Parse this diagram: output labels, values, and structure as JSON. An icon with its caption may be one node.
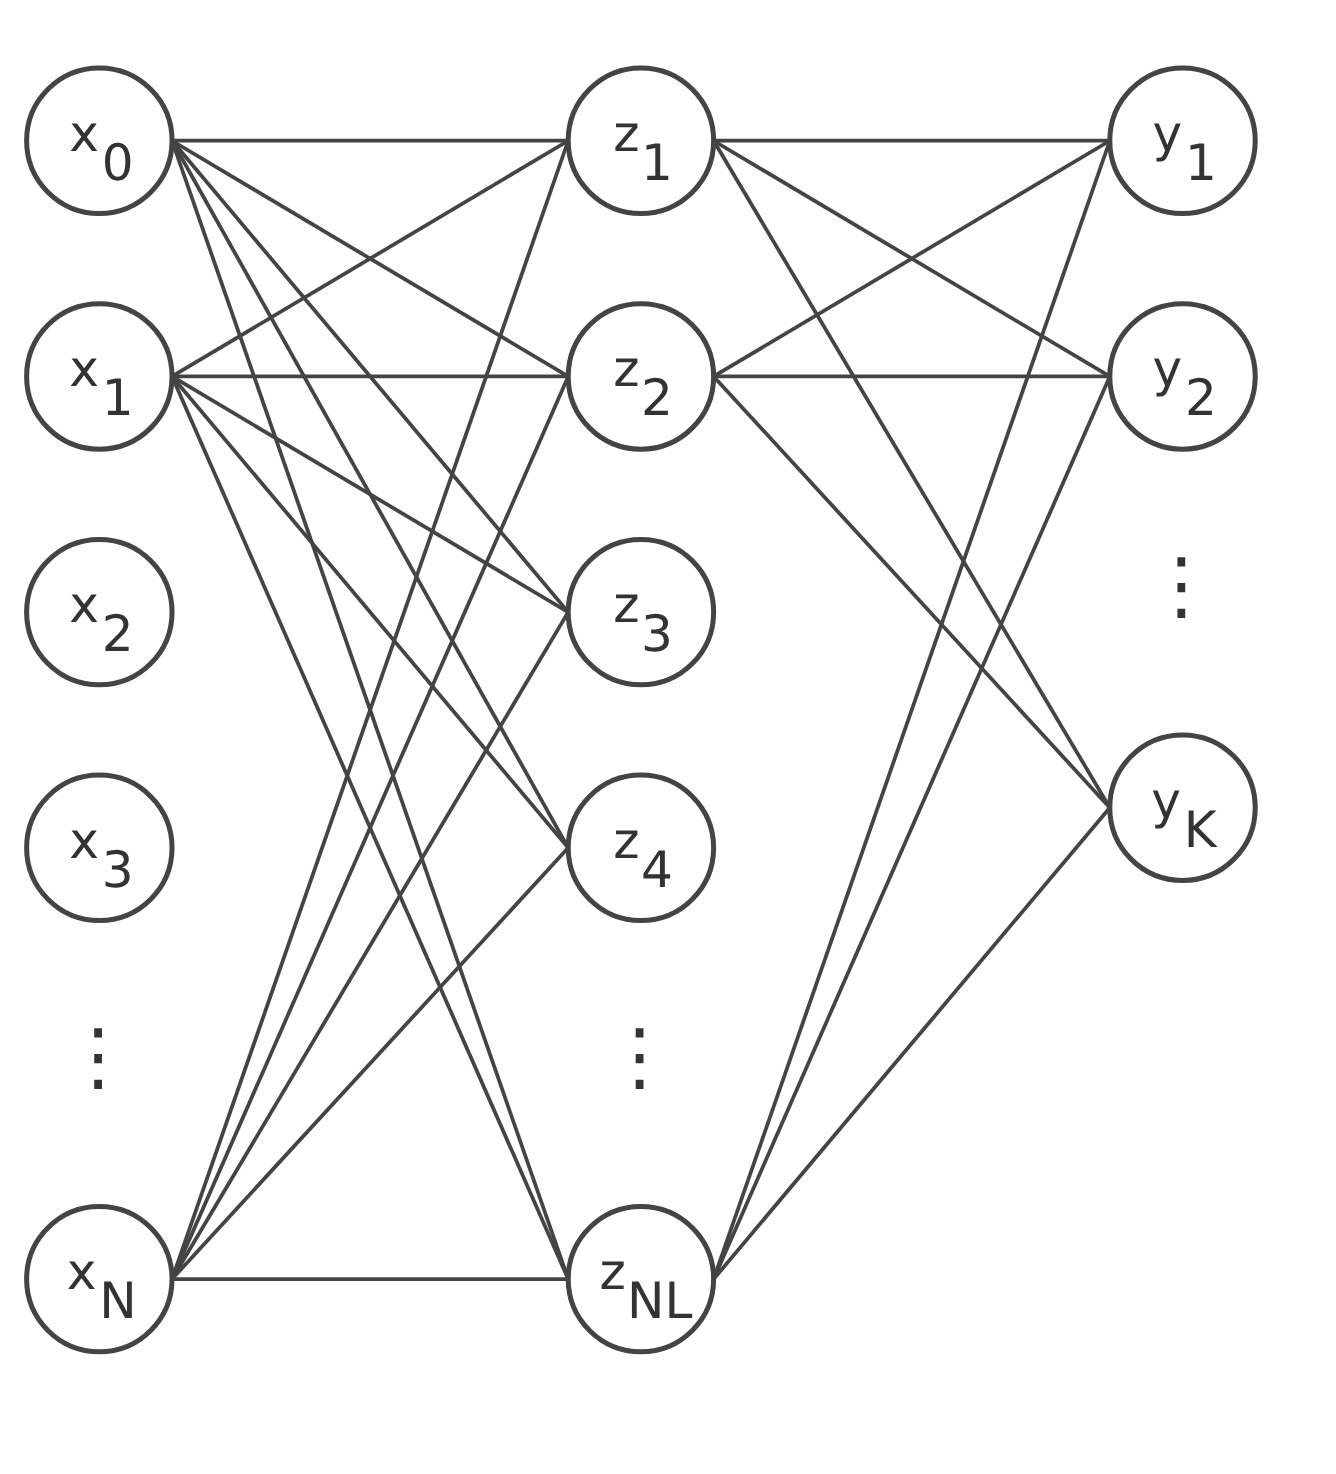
{
  "diagram": {
    "nodes": [
      {
        "text": [
          "x$_{0}$"
        ]
      },
      {
        "text": [
          "x$_{1}$"
        ]
      },
      {
        "text": [
          "x$_{2}$"
        ]
      },
      {
        "text": [
          "x$_{3}$"
        ]
      },
      {
        "text": [
          "x$_{N}$"
        ]
      },
      {
        "text": [
          "z$_{1}$"
        ]
      },
      {
        "text": [
          "z$_{2}$"
        ]
      },
      {
        "text": [
          "z$_{3}$"
        ]
      },
      {
        "text": [
          "z$_{4}$"
        ]
      },
      {
        "text": [
          "z$_{NL}$"
        ]
      },
      {
        "text": [
          "y$_{1}$"
        ]
      },
      {
        "text": [
          "y$_{2}$"
        ]
      },
      {
        "text": [
          "y$_{K}$"
        ]
      }
    ],
    "edges": [
      {
        "from": 0,
        "to": 5,
        "arrow": "none"
      },
      {
        "from": 0,
        "to": 6,
        "arrow": "none"
      },
      {
        "from": 0,
        "to": 7,
        "arrow": "none"
      },
      {
        "from": 0,
        "to": 8,
        "arrow": "none"
      },
      {
        "from": 0,
        "to": 9,
        "arrow": "none"
      },
      {
        "from": 1,
        "to": 5,
        "arrow": "none"
      },
      {
        "from": 1,
        "to": 6,
        "arrow": "none"
      },
      {
        "from": 1,
        "to": 7,
        "arrow": "none"
      },
      {
        "from": 1,
        "to": 8,
        "arrow": "none"
      },
      {
        "from": 1,
        "to": 9,
        "arrow": "none"
      },
      {
        "from": 4,
        "to": 5,
        "arrow": "none"
      },
      {
        "from": 4,
        "to": 6,
        "arrow": "none"
      },
      {
        "from": 4,
        "to": 7,
        "arrow": "none"
      },
      {
        "from": 4,
        "to": 8,
        "arrow": "none"
      },
      {
        "from": 4,
        "to": 9,
        "arrow": "none"
      },
      {
        "from": 5,
        "to": 10,
        "arrow": "none"
      },
      {
        "from": 5,
        "to": 11,
        "arrow": "none"
      },
      {
        "from": 5,
        "to": 12,
        "arrow": "none"
      },
      {
        "from": 6,
        "to": 10,
        "arrow": "none"
      },
      {
        "from": 6,
        "to": 11,
        "arrow": "none"
      },
      {
        "from": 6,
        "to": 12,
        "arrow": "none"
      },
      {
        "from": 9,
        "to": 10,
        "arrow": "none"
      },
      {
        "from": 9,
        "to": 11,
        "arrow": "none"
      },
      {
        "from": 9,
        "to": 12,
        "arrow": "none"
      }
    ],
    "labels": [
      "⋮",
      "⋮",
      "⋮"
    ]
  }
}
